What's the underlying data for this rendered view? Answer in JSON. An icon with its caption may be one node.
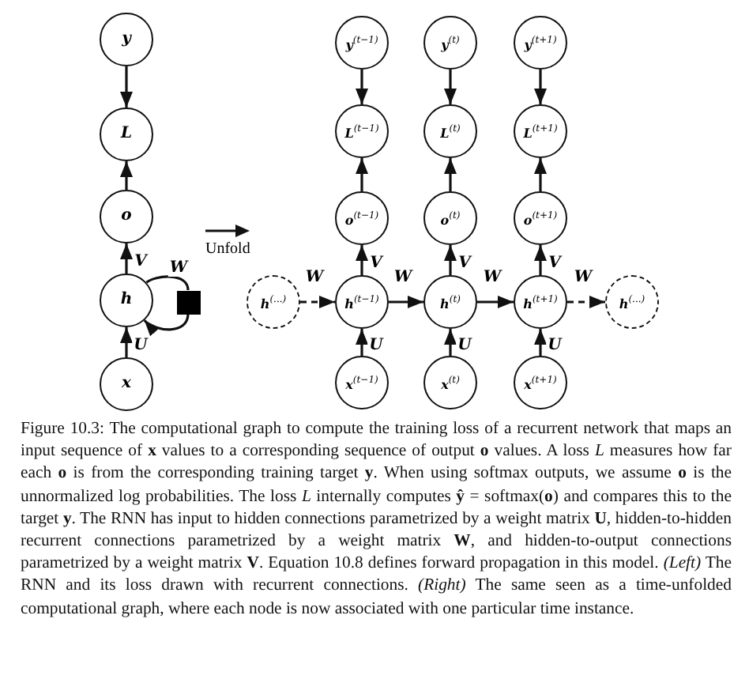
{
  "diagram": {
    "caption": "Figure 10.3: The computational graph to compute the training loss of a recurrent network that maps an input sequence of **x** values to a corresponding sequence of output **o** values. A loss *L* measures how far each **o** is from the corresponding training target **y**. When using softmax outputs, we assume **o** is the unnormalized log probabilities. The loss *L* internally computes **ŷ** = softmax(**o**) and compares this to the target **y**. The RNN has input to hidden connections parametrized by a weight matrix **U**, hidden-to-hidden recurrent connections parametrized by a weight matrix **W**, and hidden-to-output connections parametrized by a weight matrix **V**. Equation 10.8 defines forward propagation in this model. *(Left)* The RNN and its loss drawn with recurrent connections. *(Right)* The same seen as a time-unfolded computational graph, where each node is now associated with one particular time instance.",
    "nodes": [
      {
        "text": [
          "y"
        ]
      },
      {
        "text": [
          "L"
        ]
      },
      {
        "text": [
          "o"
        ]
      },
      {
        "text": [
          "h"
        ]
      },
      {
        "text": [],
        "shape": "box"
      },
      {
        "text": [
          "x"
        ]
      },
      {
        "text": [
          "y$^{(t−1)}$"
        ]
      },
      {
        "text": [
          "y$^{(t)}$"
        ]
      },
      {
        "text": [
          "y$^{(t+1)}$"
        ]
      },
      {
        "text": [
          "L$^{(t−1)}$"
        ]
      },
      {
        "text": [
          "L$^{(t)}$"
        ]
      },
      {
        "text": [
          "L$^{(t+1)}$"
        ]
      },
      {
        "text": [
          "o$^{(t−1)}$"
        ]
      },
      {
        "text": [
          "o$^{(t)}$"
        ]
      },
      {
        "text": [
          "o$^{(t+1)}$"
        ]
      },
      {
        "text": [
          "h$^{(...)}$"
        ]
      },
      {
        "text": [
          "h$^{(t−1)}$"
        ]
      },
      {
        "text": [
          "h$^{(t)}$"
        ]
      },
      {
        "text": [
          "h$^{(t+1)}$"
        ]
      },
      {
        "text": [
          "h$^{(...)}$"
        ]
      },
      {
        "text": [
          "x$^{(t−1)}$"
        ]
      },
      {
        "text": [
          "x$^{(t)}$"
        ]
      },
      {
        "text": [
          "x$^{(t+1)}$"
        ]
      }
    ],
    "edges": [
      {
        "from": 0,
        "to": 1,
        "arrow": "to"
      },
      {
        "from": 2,
        "to": 1,
        "arrow": "to"
      },
      {
        "from": 3,
        "to": 2,
        "arrow": "to",
        "label": "V"
      },
      {
        "from": 5,
        "to": 3,
        "arrow": "to",
        "label": "U"
      },
      {
        "from": 3,
        "to": 4,
        "arrow": "none",
        "label": "W"
      },
      {
        "from": 4,
        "to": 3,
        "arrow": "to"
      },
      {
        "from": 6,
        "to": 9,
        "arrow": "to"
      },
      {
        "from": 12,
        "to": 9,
        "arrow": "to"
      },
      {
        "from": 16,
        "to": 12,
        "arrow": "to",
        "label": "V"
      },
      {
        "from": 20,
        "to": 16,
        "arrow": "to",
        "label": "U"
      },
      {
        "from": 7,
        "to": 10,
        "arrow": "to"
      },
      {
        "from": 13,
        "to": 10,
        "arrow": "to"
      },
      {
        "from": 17,
        "to": 13,
        "arrow": "to",
        "label": "V"
      },
      {
        "from": 21,
        "to": 17,
        "arrow": "to",
        "label": "U"
      },
      {
        "from": 8,
        "to": 11,
        "arrow": "to"
      },
      {
        "from": 14,
        "to": 11,
        "arrow": "to"
      },
      {
        "from": 18,
        "to": 14,
        "arrow": "to",
        "label": "V"
      },
      {
        "from": 22,
        "to": 18,
        "arrow": "to",
        "label": "U"
      },
      {
        "from": 15,
        "to": 16,
        "arrow": "to",
        "label": "W",
        "style": "dashed"
      },
      {
        "from": 16,
        "to": 17,
        "arrow": "to",
        "label": "W"
      },
      {
        "from": 17,
        "to": 18,
        "arrow": "to",
        "label": "W"
      },
      {
        "from": 18,
        "to": 19,
        "arrow": "to",
        "label": "W",
        "style": "dashed"
      }
    ],
    "labels": [
      "Unfold"
    ]
  }
}
